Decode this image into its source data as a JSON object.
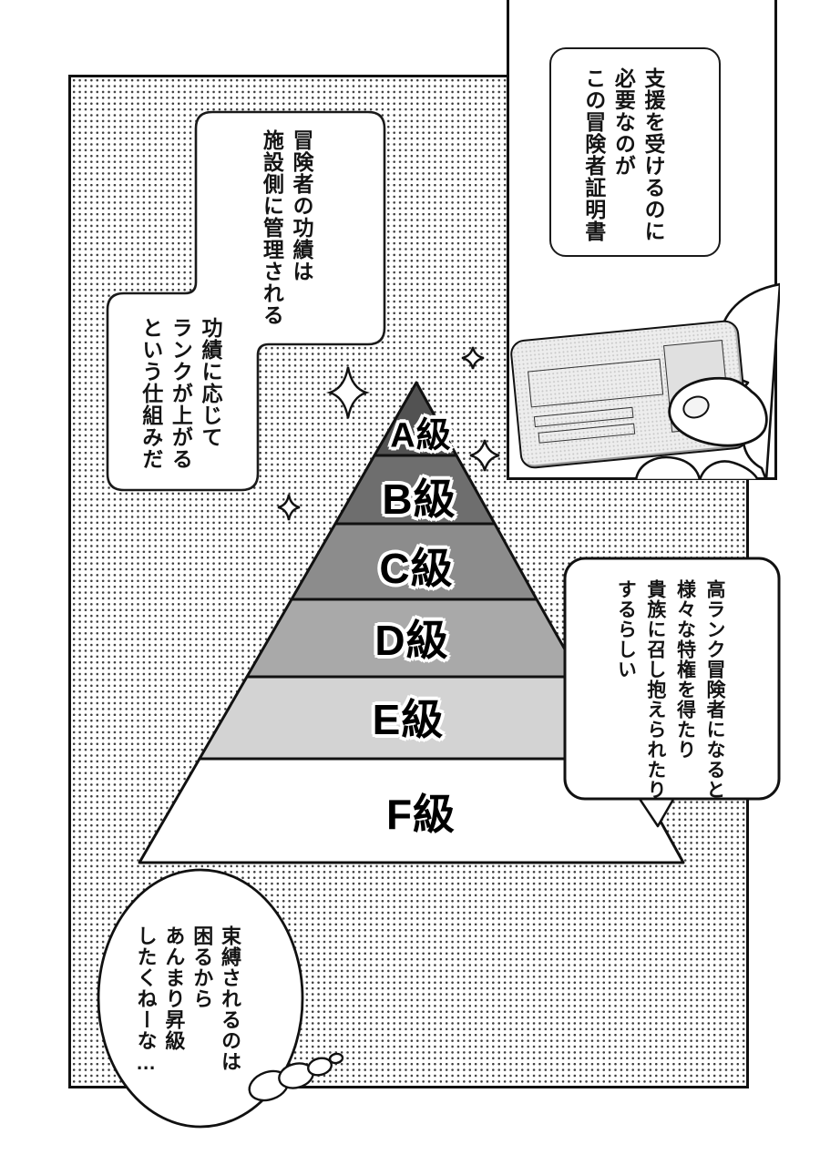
{
  "page_type": "manga-page",
  "colors": {
    "ink": "#111111",
    "paper": "#ffffff",
    "screentone_dot": "#3c3c3c",
    "bubble_fill": "#ffffff"
  },
  "speech_bubbles": {
    "certificate": {
      "lines": [
        "支援を受けるのに",
        "必要なのが",
        "この冒険者証明書"
      ]
    },
    "merits": {
      "lines": [
        "冒険者の功績は",
        "施設側に管理される"
      ]
    },
    "rank_up": {
      "lines": [
        "功績に応じて",
        "ランクが上がる",
        "という仕組みだ"
      ]
    },
    "privileges": {
      "lines": [
        "高ランク冒険者になると",
        "様々な特権を得たり",
        "貴族に召し抱えられたり",
        "するらしい"
      ]
    },
    "thought": {
      "lines": [
        "束縛されるのは",
        "困るから",
        "あんまり昇級",
        "したくねーな…"
      ]
    }
  },
  "pyramid": {
    "levels": [
      {
        "label": "A級",
        "color": "#525252"
      },
      {
        "label": "B級",
        "color": "#6e6e6e"
      },
      {
        "label": "C級",
        "color": "#8c8c8c"
      },
      {
        "label": "D級",
        "color": "#a9a9a9"
      },
      {
        "label": "E級",
        "color": "#d3d3d3"
      },
      {
        "label": "F級",
        "color": "#ffffff"
      }
    ]
  }
}
